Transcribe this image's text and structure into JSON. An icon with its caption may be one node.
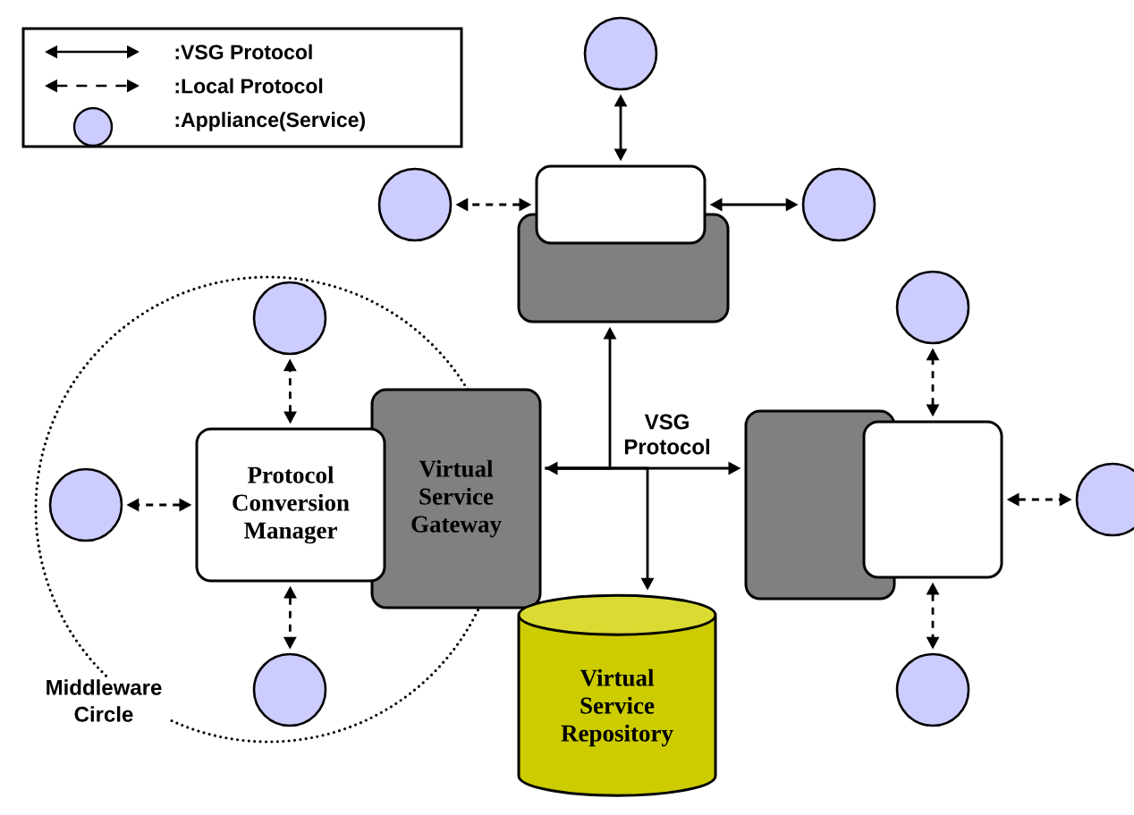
{
  "diagram": {
    "nodes": [
      {
        "text": [
          "Middleware Circle"
        ]
      },
      {
        "text": [
          "Protocol Conversion Manager"
        ],
        "in": 0
      },
      {
        "text": [
          "Virtual Service Gateway"
        ]
      },
      {
        "text": [],
        "shape": "box"
      },
      {
        "text": [],
        "shape": "box"
      },
      {
        "text": [],
        "shape": "box"
      },
      {
        "text": [],
        "shape": "box"
      },
      {
        "text": [
          "Virtual Service Repository"
        ]
      },
      {
        "text": [],
        "shape": "circle",
        "in": 0
      },
      {
        "text": [],
        "shape": "circle",
        "in": 0
      },
      {
        "text": [],
        "shape": "circle",
        "in": 0
      },
      {
        "text": [],
        "shape": "circle"
      },
      {
        "text": [],
        "shape": "circle"
      },
      {
        "text": [],
        "shape": "circle"
      },
      {
        "text": [],
        "shape": "circle"
      },
      {
        "text": [],
        "shape": "circle"
      },
      {
        "text": [],
        "shape": "circle"
      }
    ],
    "edges": [
      {
        "from": 2,
        "to": 5,
        "arrow": "both",
        "label": "VSG Protocol"
      },
      {
        "from": 2,
        "to": 3,
        "arrow": "to"
      },
      {
        "from": 2,
        "to": 7,
        "arrow": "to"
      },
      {
        "from": 1,
        "to": 8,
        "arrow": "both",
        "style": "dashed"
      },
      {
        "from": 1,
        "to": 9,
        "arrow": "both",
        "style": "dashed"
      },
      {
        "from": 1,
        "to": 10,
        "arrow": "both",
        "style": "dashed"
      },
      {
        "from": 4,
        "to": 11,
        "arrow": "both"
      },
      {
        "from": 4,
        "to": 12,
        "arrow": "both",
        "style": "dashed"
      },
      {
        "from": 4,
        "to": 13,
        "arrow": "both"
      },
      {
        "from": 6,
        "to": 14,
        "arrow": "both",
        "style": "dashed"
      },
      {
        "from": 6,
        "to": 15,
        "arrow": "both",
        "style": "dashed"
      },
      {
        "from": 6,
        "to": 16,
        "arrow": "both",
        "style": "dashed"
      }
    ],
    "legend": [
      {
        "text": ":VSG Protocol"
      },
      {
        "text": ":Local Protocol"
      },
      {
        "text": ":Appliance(Service)"
      }
    ]
  }
}
